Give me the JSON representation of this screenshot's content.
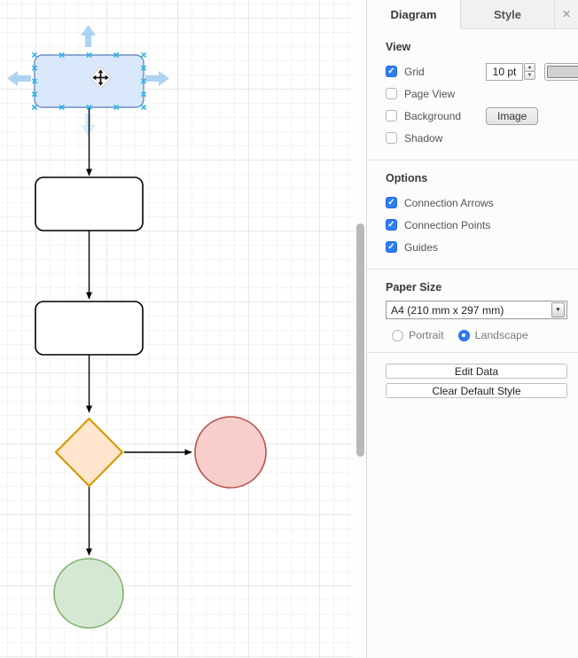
{
  "canvas": {
    "selection_color": "#29b6f2",
    "nav_arrow_color": "#9ecdf0",
    "edge_color": "#000000",
    "nodes": [
      {
        "name": "start",
        "shape": "rounded-rectangle",
        "label": "",
        "fill": "#dae8fc",
        "stroke": "#6c8ebf",
        "selected": true
      },
      {
        "name": "process-1",
        "shape": "rounded-rectangle",
        "label": "",
        "fill": "#ffffff",
        "stroke": "#000000",
        "selected": false
      },
      {
        "name": "process-2",
        "shape": "rounded-rectangle",
        "label": "",
        "fill": "#ffffff",
        "stroke": "#000000",
        "selected": false
      },
      {
        "name": "decision",
        "shape": "diamond",
        "label": "",
        "fill": "#ffe6cc",
        "stroke": "#d79b00",
        "selected": false
      },
      {
        "name": "terminal-right",
        "shape": "circle",
        "label": "",
        "fill": "#f8cecc",
        "stroke": "#b85450",
        "selected": false
      },
      {
        "name": "terminal-bottom",
        "shape": "circle",
        "label": "",
        "fill": "#d5e8d4",
        "stroke": "#82b366",
        "selected": false
      }
    ],
    "edges": [
      {
        "from": "start",
        "to": "process-1"
      },
      {
        "from": "process-1",
        "to": "process-2"
      },
      {
        "from": "process-2",
        "to": "decision"
      },
      {
        "from": "decision",
        "to": "terminal-right"
      },
      {
        "from": "decision",
        "to": "terminal-bottom"
      }
    ]
  },
  "panel": {
    "tabs": [
      {
        "label": "Diagram"
      },
      {
        "label": "Style"
      }
    ],
    "close_icon": "✕",
    "view": {
      "heading": "View",
      "grid": {
        "label": "Grid",
        "checked": true,
        "size_value": "10 pt"
      },
      "page_view": {
        "label": "Page View",
        "checked": false
      },
      "background": {
        "label": "Background",
        "checked": false,
        "image_button_label": "Image"
      },
      "shadow": {
        "label": "Shadow",
        "checked": false
      }
    },
    "options": {
      "heading": "Options",
      "items": [
        {
          "label": "Connection Arrows",
          "checked": true
        },
        {
          "label": "Connection Points",
          "checked": true
        },
        {
          "label": "Guides",
          "checked": true
        }
      ]
    },
    "paper_size": {
      "heading": "Paper Size",
      "selected_option": "A4 (210 mm x 297 mm)",
      "orientation": {
        "portrait_label": "Portrait",
        "landscape_label": "Landscape",
        "portrait_selected": false,
        "landscape_selected": true,
        "selected": "Landscape"
      }
    },
    "footer_buttons": {
      "edit_data": "Edit Data",
      "clear_default_style": "Clear Default Style"
    }
  },
  "icons": {
    "check": "✓",
    "spinner_up": "▲",
    "spinner_down": "▼",
    "select_arrow": "▼",
    "grid_swatch_color": "#d1d1d1"
  }
}
